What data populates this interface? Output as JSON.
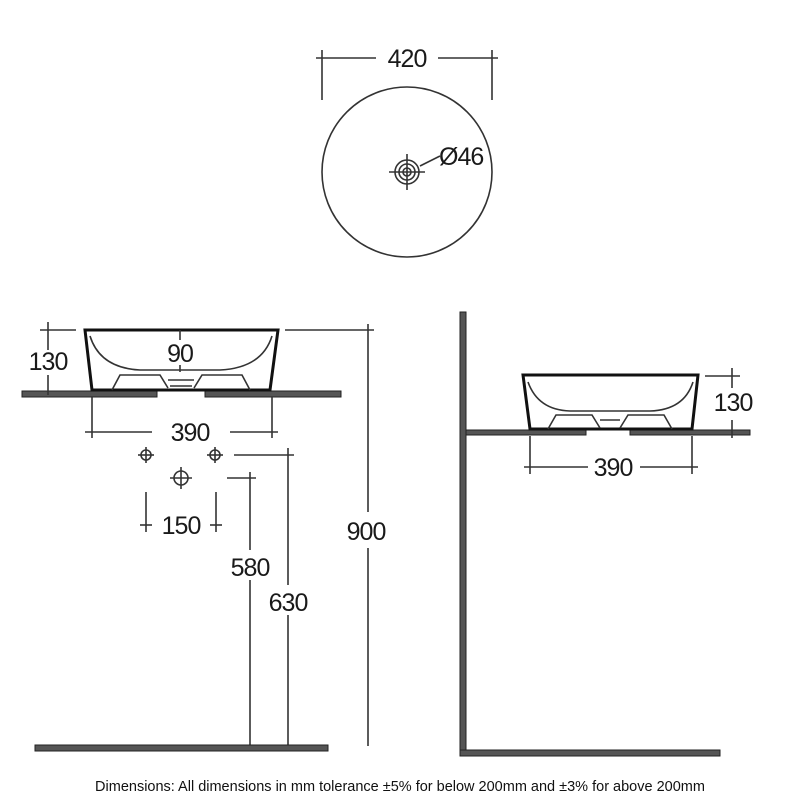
{
  "plan_view": {
    "width_label": "420",
    "waste_label": "Ø46"
  },
  "front_view": {
    "height_label": "130",
    "depth_label": "90",
    "base_width_label": "390",
    "tap_spacing_label": "150",
    "waste_height_label": "580",
    "tap_height_label": "630",
    "counter_height_label": "900"
  },
  "side_view": {
    "height_label": "130",
    "base_width_label": "390"
  },
  "footer": {
    "note": "Dimensions: All dimensions in mm tolerance ±5% for below 200mm and ±3% for above 200mm"
  },
  "colors": {
    "line": "#333333",
    "surface": "#555555"
  }
}
